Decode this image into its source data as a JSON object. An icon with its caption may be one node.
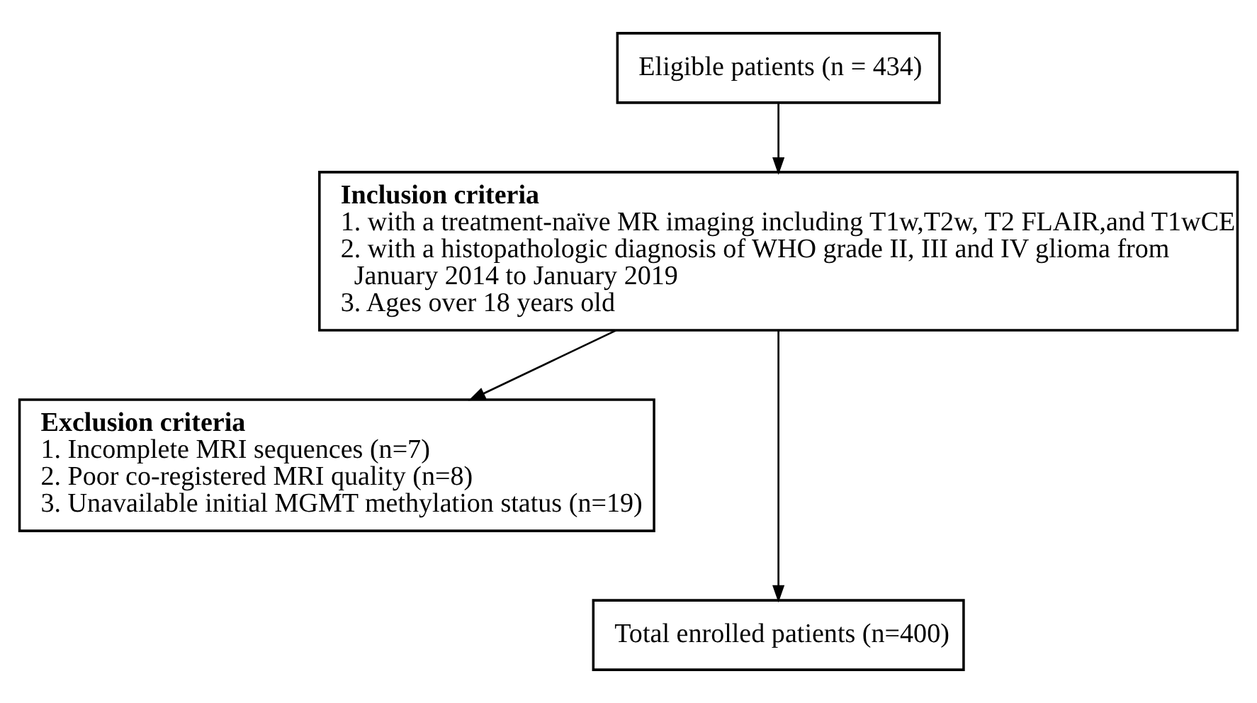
{
  "diagram": {
    "nodes": [
      {
        "text": [
          "Eligible patients (n = 434)"
        ]
      },
      {
        "text": [
          "Inclusion criteria",
          "1. with a treatment-naïve MR imaging including T1w,T2w, T2 FLAIR,and T1wCE",
          "2. with a histopathologic diagnosis of WHO grade II, III and IV glioma from January 2014 to January 2019",
          "3. Ages over 18 years old"
        ]
      },
      {
        "text": [
          "Exclusion criteria",
          "1. Incomplete MRI sequences (n=7)",
          "2. Poor co-registered MRI quality (n=8)",
          "3. Unavailable initial MGMT methylation status (n=19)"
        ]
      },
      {
        "text": [
          "Total enrolled patients (n=400)"
        ]
      }
    ],
    "edges": [
      {
        "from": 0,
        "to": 1,
        "arrow": "to"
      },
      {
        "from": 1,
        "to": 3,
        "arrow": "to"
      },
      {
        "from": 1,
        "to": 2,
        "arrow": "to"
      }
    ]
  }
}
